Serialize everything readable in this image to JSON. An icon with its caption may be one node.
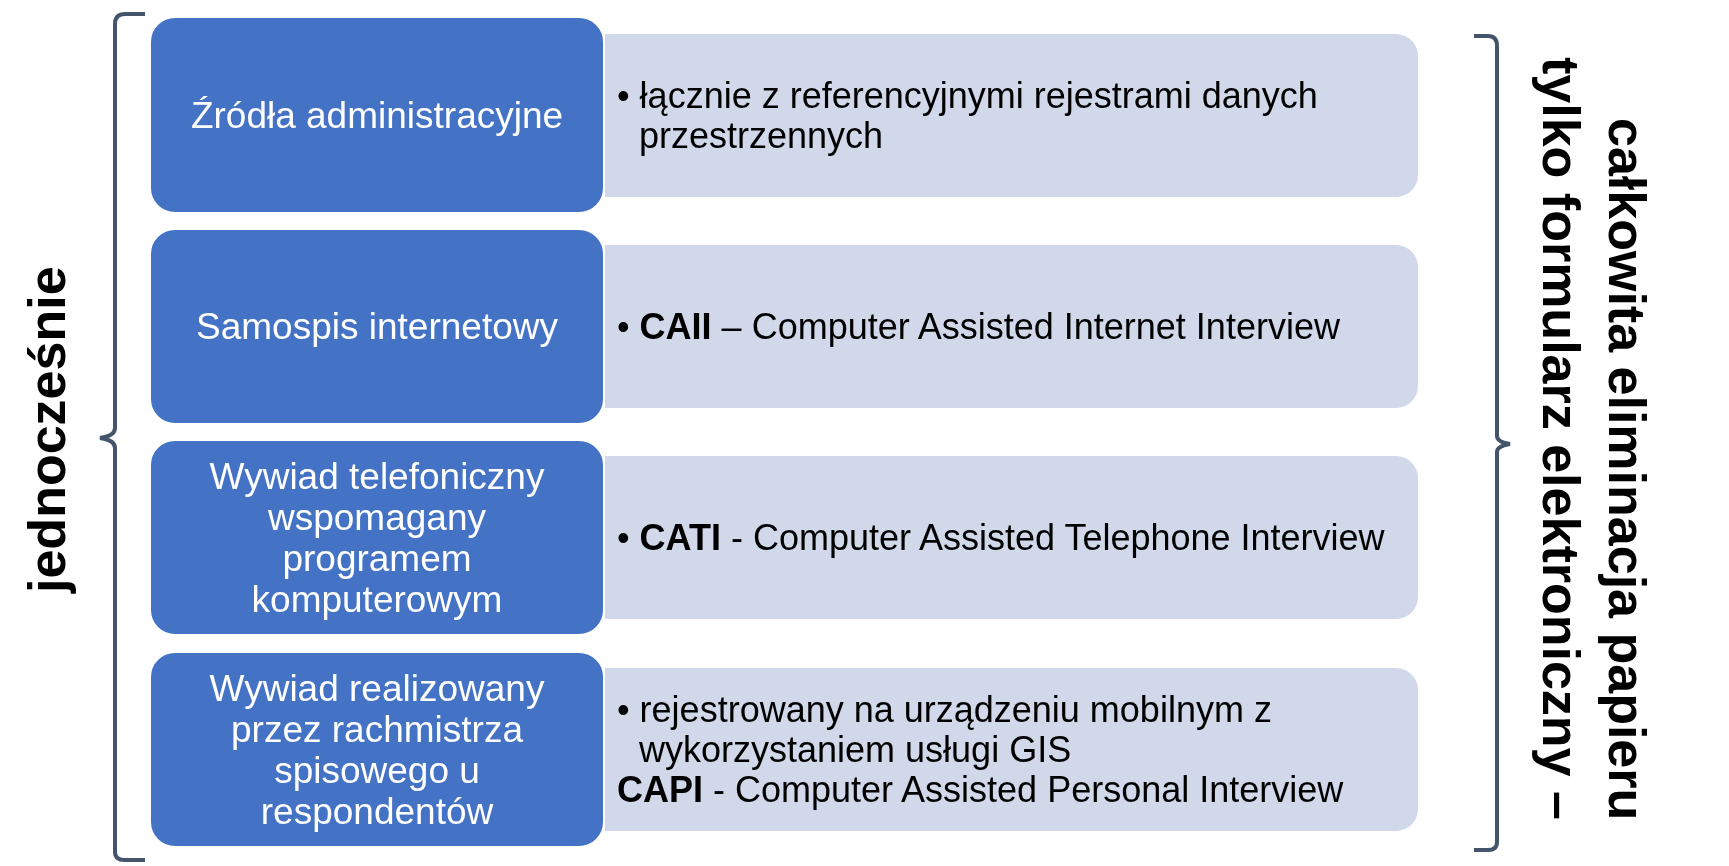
{
  "diagram": {
    "nodes": [
      {
        "text": [
          "Źródła administracyjne"
        ]
      },
      {
        "text": [
          "• łącznie z referencyjnymi rejestrami danych przestrzennych"
        ]
      },
      {
        "text": [
          "Samospis internetowy"
        ]
      },
      {
        "text": [
          "• **CAII** – Computer Assisted Internet Interview"
        ]
      },
      {
        "text": [
          "Wywiad telefoniczny wspomagany programem komputerowym"
        ]
      },
      {
        "text": [
          "• **CATI** - Computer Assisted Telephone Interview"
        ]
      },
      {
        "text": [
          "Wywiad realizowany przez rachmistrza spisowego u respondentów"
        ]
      },
      {
        "text": [
          "• rejestrowany na urządzeniu mobilnym z wykorzystaniem usługi GIS",
          "**CAPI** - Computer Assisted Personal Interview"
        ]
      }
    ],
    "edges": [],
    "labels": [
      "jednocześnie",
      "tylko formularz elektroniczny – całkowita eliminacja papieru"
    ]
  }
}
